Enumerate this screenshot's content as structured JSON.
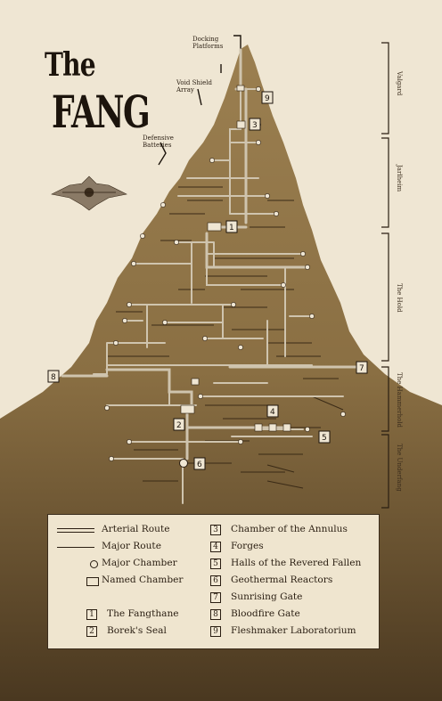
{
  "map": {
    "title_top": "The",
    "title_main": "FANG",
    "callouts": {
      "docking": [
        "Docking",
        "Platforms"
      ],
      "void": [
        "Void Shield",
        "Array"
      ],
      "defensive": [
        "Defensive",
        "Batteries"
      ]
    },
    "zones": [
      "Valgard",
      "Jarlheim",
      "The Hold",
      "The Hammerhold",
      "The Underfang"
    ],
    "markers": [
      "1",
      "2",
      "3",
      "4",
      "5",
      "6",
      "7",
      "8",
      "9"
    ],
    "colors": {
      "parchment": "#efe6d3",
      "rock": "#8f7447",
      "rock_dark": "#6a5330",
      "ink": "#2a1e12",
      "route": "#cfc4ae"
    }
  },
  "legend": {
    "arterial": "Arterial Route",
    "major_route": "Major Route",
    "major_chamber": "Major Chamber",
    "named_chamber": "Named Chamber",
    "items": [
      {
        "num": "1",
        "label": "The Fangthane"
      },
      {
        "num": "2",
        "label": "Borek's Seal"
      },
      {
        "num": "3",
        "label": "Chamber of the Annulus"
      },
      {
        "num": "4",
        "label": "Forges"
      },
      {
        "num": "5",
        "label": "Halls of the Revered Fallen"
      },
      {
        "num": "6",
        "label": "Geothermal Reactors"
      },
      {
        "num": "7",
        "label": "Sunrising Gate"
      },
      {
        "num": "8",
        "label": "Bloodfire Gate"
      },
      {
        "num": "9",
        "label": "Fleshmaker Laboratorium"
      }
    ]
  }
}
